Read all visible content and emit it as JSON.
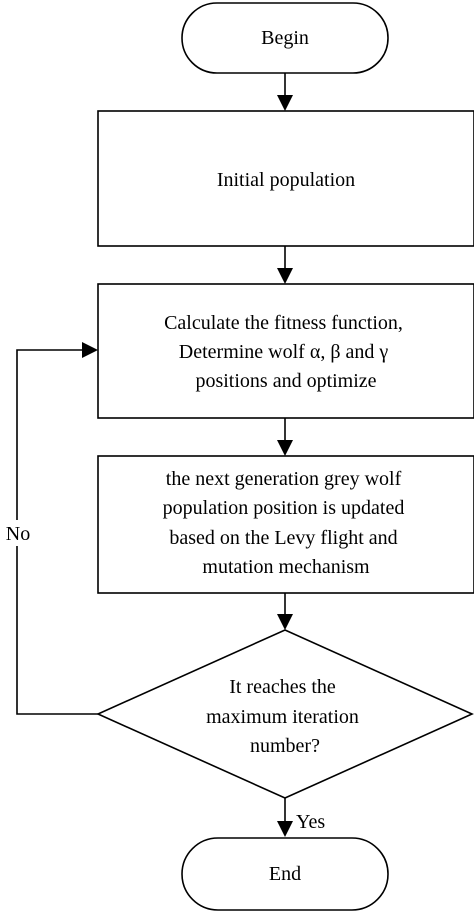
{
  "nodes": {
    "begin": {
      "lines": [
        "Begin"
      ]
    },
    "init": {
      "lines": [
        "Initial population"
      ]
    },
    "fitness": {
      "lines": [
        "Calculate the fitness function,",
        "Determine wolf α, β and γ",
        "positions and optimize"
      ]
    },
    "update": {
      "lines": [
        "the next generation grey wolf",
        "population position is updated",
        "based on the Levy flight and",
        "mutation mechanism"
      ]
    },
    "decision": {
      "lines": [
        "It reaches the",
        "maximum iteration",
        "number?"
      ]
    },
    "end": {
      "lines": [
        "End"
      ]
    }
  },
  "edges": {
    "no_label": "No",
    "yes_label": "Yes"
  },
  "colors": {
    "stroke": "#000000",
    "fill": "#ffffff",
    "text": "#000000"
  }
}
